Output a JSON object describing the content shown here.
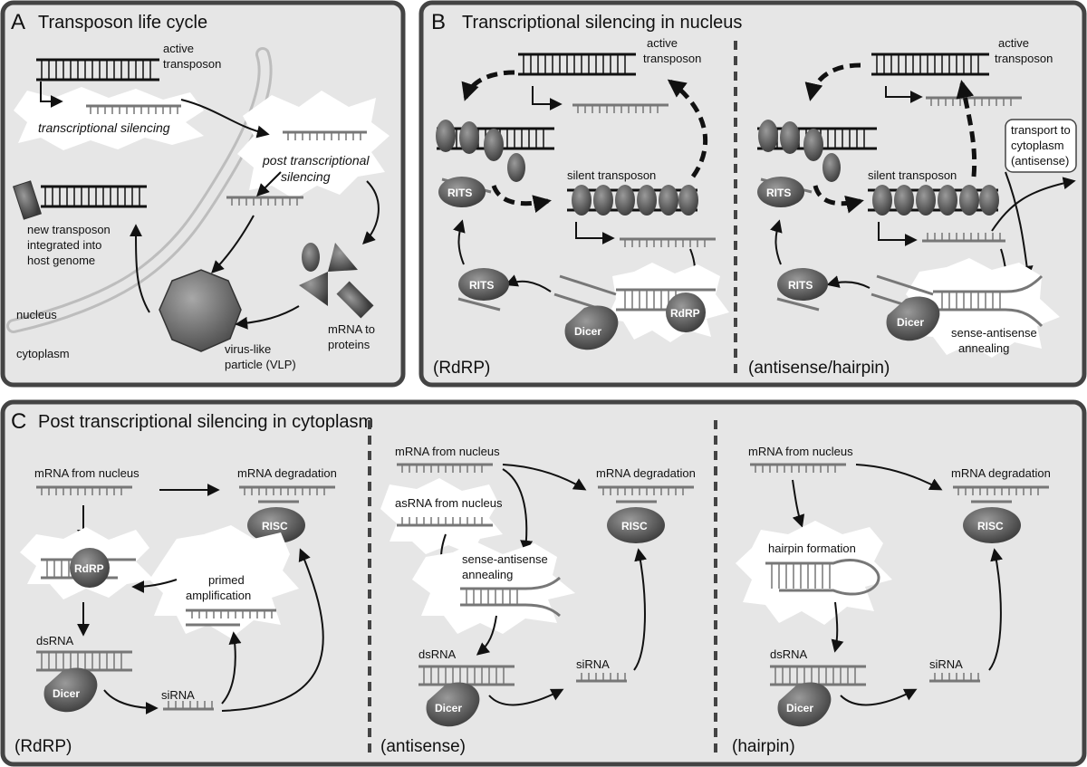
{
  "panels": {
    "a": {
      "letter": "A",
      "title": "Transposon life cycle",
      "labels": {
        "active_transposon_1": "active",
        "active_transposon_2": "transposon",
        "transcriptional_silencing": "transcriptional silencing",
        "post_transcriptional_1": "post transcriptional",
        "post_transcriptional_2": "silencing",
        "new_transposon_1": "new transposon",
        "new_transposon_2": "integrated into",
        "new_transposon_3": "host genome",
        "nucleus": "nucleus",
        "cytoplasm": "cytoplasm",
        "vlp_1": "virus-like",
        "vlp_2": "particle (VLP)",
        "mrna_proteins_1": "mRNA to",
        "mrna_proteins_2": "proteins"
      }
    },
    "b": {
      "letter": "B",
      "title": "Transcriptional silencing in nucleus",
      "left": {
        "active_1": "active",
        "active_2": "transposon",
        "silent": "silent transposon",
        "rits_top": "RITS",
        "rits_bottom": "RITS",
        "dicer": "Dicer",
        "rdrp": "RdRP",
        "mode": "(RdRP)"
      },
      "right": {
        "active_1": "active",
        "active_2": "transposon",
        "silent": "silent transposon",
        "transport_1": "transport to",
        "transport_2": "cytoplasm",
        "transport_3": "(antisense)",
        "rits_top": "RITS",
        "rits_bottom": "RITS",
        "dicer": "Dicer",
        "annealing_1": "sense-antisense",
        "annealing_2": "annealing",
        "mode": "(antisense/hairpin)"
      }
    },
    "c": {
      "letter": "C",
      "title": "Post transcriptional silencing in cytoplasm",
      "rdrp": {
        "mrna_from_nucleus": "mRNA from nucleus",
        "mrna_degradation": "mRNA degradation",
        "risc": "RISC",
        "rdrp": "RdRP",
        "primed_1": "primed",
        "primed_2": "amplification",
        "dsrna": "dsRNA",
        "dicer": "Dicer",
        "sirna": "siRNA",
        "mode": "(RdRP)"
      },
      "antisense": {
        "mrna_from_nucleus": "mRNA from nucleus",
        "asrna_from_nucleus": "asRNA from nucleus",
        "mrna_degradation": "mRNA degradation",
        "risc": "RISC",
        "annealing_1": "sense-antisense",
        "annealing_2": "annealing",
        "dsrna": "dsRNA",
        "dicer": "Dicer",
        "sirna": "siRNA",
        "mode": "(antisense)"
      },
      "hairpin": {
        "mrna_from_nucleus": "mRNA from nucleus",
        "mrna_degradation": "mRNA degradation",
        "risc": "RISC",
        "hairpin_formation": "hairpin formation",
        "dsrna": "dsRNA",
        "dicer": "Dicer",
        "sirna": "siRNA",
        "mode": "(hairpin)"
      }
    }
  },
  "colors": {
    "panel_bg": "#e6e6e6",
    "panel_border": "#444444",
    "dna": "#111111",
    "rna": "#777777",
    "protein": "#555555",
    "burst": "#ffffff"
  }
}
